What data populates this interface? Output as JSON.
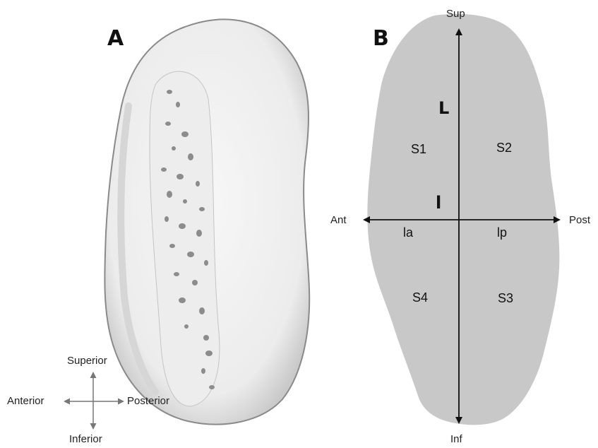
{
  "panel_a": {
    "letter": "A",
    "compass": {
      "up": "Superior",
      "down": "Inferior",
      "left": "Anterior",
      "right": "Posterior"
    }
  },
  "panel_b": {
    "letter": "B",
    "axes": {
      "top": "Sup",
      "bottom": "Inf",
      "left": "Ant",
      "right": "Post"
    },
    "segments": [
      "S1",
      "S2",
      "S3",
      "S4"
    ],
    "length_label": "L",
    "width_label": "l",
    "half_widths": {
      "anterior": "la",
      "posterior": "lp"
    },
    "fill_color": "#c8c8c8"
  }
}
